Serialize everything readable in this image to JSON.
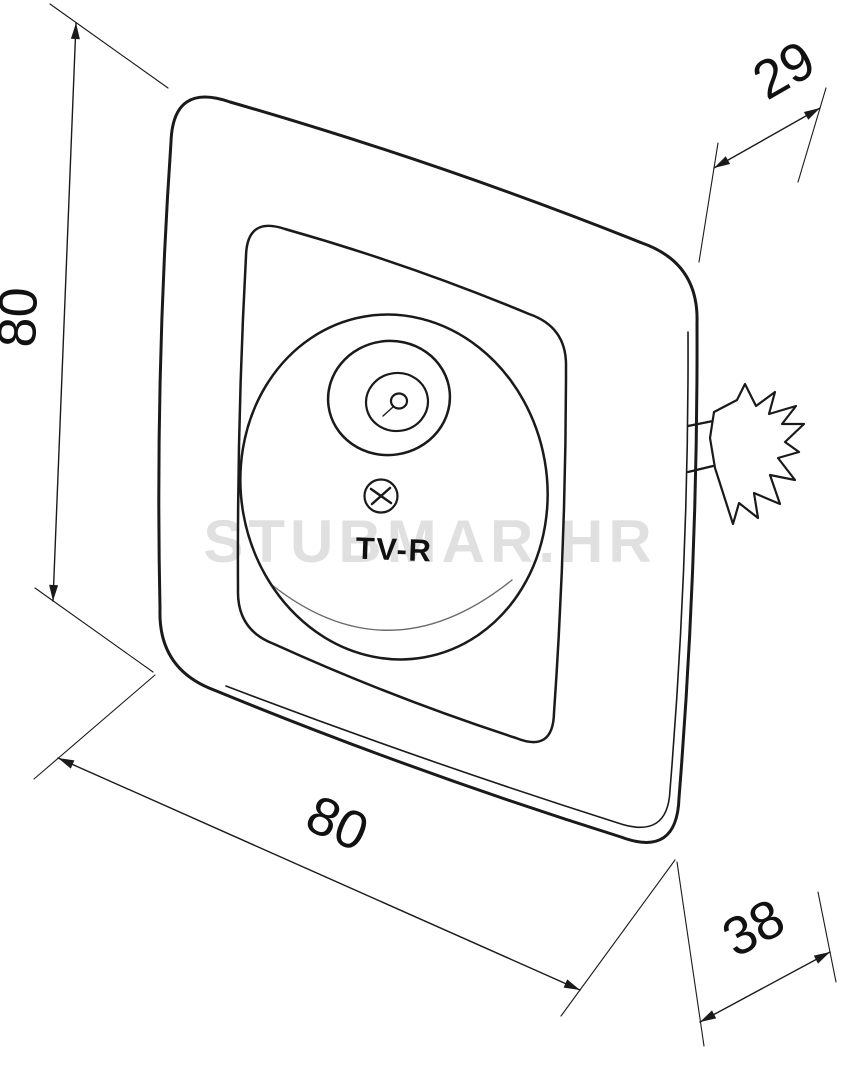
{
  "drawing": {
    "socket_label": "TV-R",
    "watermark": "STUBMAR.HR",
    "dimensions": {
      "height": "80",
      "width": "80",
      "front_depth": "29",
      "total_depth": "38"
    },
    "colors": {
      "line": "#1a1a1a",
      "background": "#ffffff",
      "watermark_gray": "#c7c7c7"
    }
  }
}
